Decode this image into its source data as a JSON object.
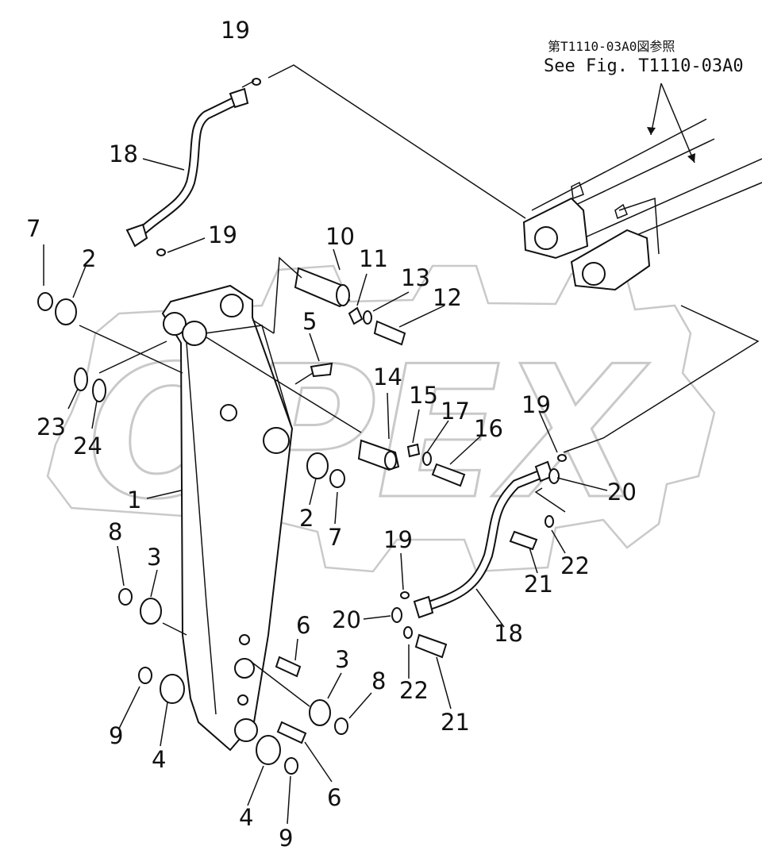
{
  "figure": {
    "watermark_text": "OPEX",
    "reference_note": {
      "japanese": "第T1110-03A0図参照",
      "english": "See Fig. T1110-03A0"
    },
    "callouts": [
      {
        "id": "c19a",
        "label": "19"
      },
      {
        "id": "c18a",
        "label": "18"
      },
      {
        "id": "c19b",
        "label": "19"
      },
      {
        "id": "c7a",
        "label": "7"
      },
      {
        "id": "c2a",
        "label": "2"
      },
      {
        "id": "c10",
        "label": "10"
      },
      {
        "id": "c11",
        "label": "11"
      },
      {
        "id": "c13",
        "label": "13"
      },
      {
        "id": "c12",
        "label": "12"
      },
      {
        "id": "c5",
        "label": "5"
      },
      {
        "id": "c23",
        "label": "23"
      },
      {
        "id": "c24",
        "label": "24"
      },
      {
        "id": "c14",
        "label": "14"
      },
      {
        "id": "c15",
        "label": "15"
      },
      {
        "id": "c17",
        "label": "17"
      },
      {
        "id": "c16",
        "label": "16"
      },
      {
        "id": "c19c",
        "label": "19"
      },
      {
        "id": "c20a",
        "label": "20"
      },
      {
        "id": "c1",
        "label": "1"
      },
      {
        "id": "c2b",
        "label": "2"
      },
      {
        "id": "c7b",
        "label": "7"
      },
      {
        "id": "c8a",
        "label": "8"
      },
      {
        "id": "c3a",
        "label": "3"
      },
      {
        "id": "c22a",
        "label": "22"
      },
      {
        "id": "c21a",
        "label": "21"
      },
      {
        "id": "c19d",
        "label": "19"
      },
      {
        "id": "c20b",
        "label": "20"
      },
      {
        "id": "c18b",
        "label": "18"
      },
      {
        "id": "c6a",
        "label": "6"
      },
      {
        "id": "c3b",
        "label": "3"
      },
      {
        "id": "c8b",
        "label": "8"
      },
      {
        "id": "c22b",
        "label": "22"
      },
      {
        "id": "c9a",
        "label": "9"
      },
      {
        "id": "c4a",
        "label": "4"
      },
      {
        "id": "c21b",
        "label": "21"
      },
      {
        "id": "c6b",
        "label": "6"
      },
      {
        "id": "c4b",
        "label": "4"
      },
      {
        "id": "c9b",
        "label": "9"
      }
    ]
  }
}
